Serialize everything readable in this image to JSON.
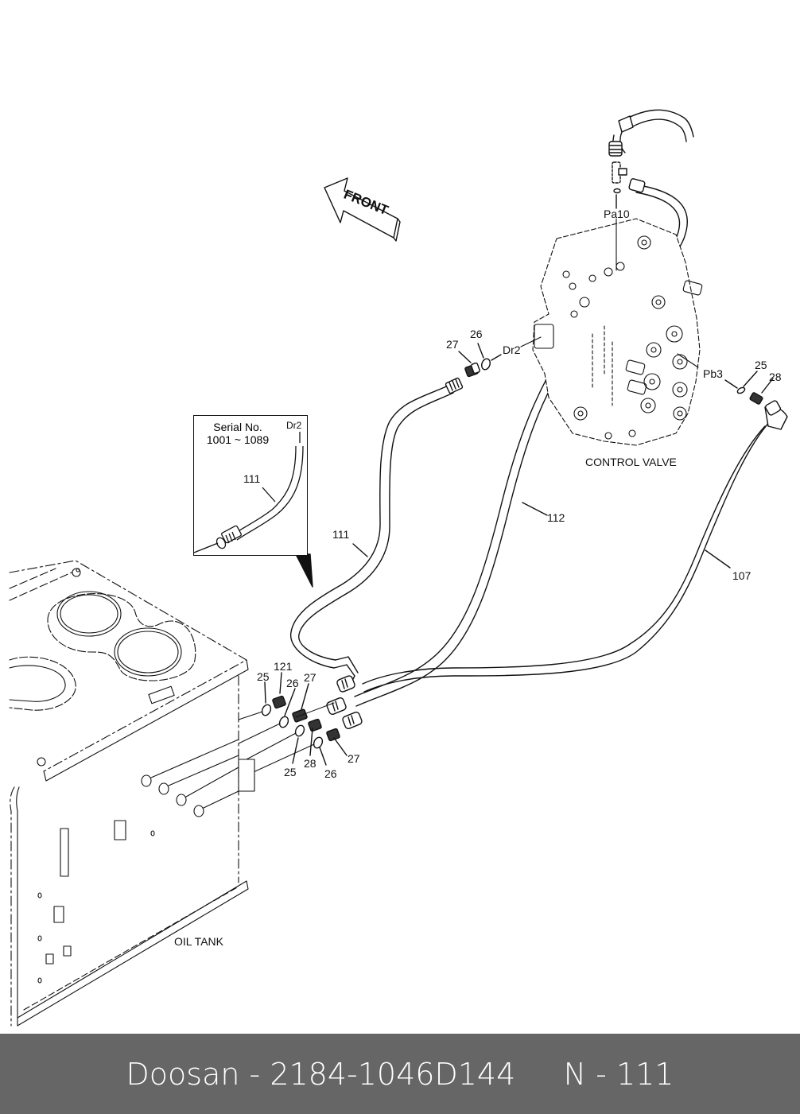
{
  "diagram": {
    "front_arrow": "FRONT",
    "component_labels": {
      "control_valve": "CONTROL VALVE",
      "oil_tank": "OIL TANK"
    },
    "port_labels": {
      "pa10": "Pa10",
      "dr2": "Dr2",
      "pb3": "Pb3"
    },
    "part_callouts": {
      "hose_111": "111",
      "hose_112": "112",
      "hose_107": "107",
      "cv_27": "27",
      "cv_26": "26",
      "pb3_25": "25",
      "pb3_28": "28",
      "tank_25_top": "25",
      "tank_121": "121",
      "tank_26_top": "26",
      "tank_27_top": "27",
      "tank_25_bottom": "25",
      "tank_28_bottom": "28",
      "tank_26_bottom": "26",
      "tank_27_bottom": "27"
    },
    "inset": {
      "serial_title": "Serial No.",
      "serial_range": "1001 ~ 1089",
      "port": "Dr2",
      "hose": "111"
    }
  },
  "footer": {
    "caption": "Doosan - 2184-1046D144     N - 111"
  }
}
